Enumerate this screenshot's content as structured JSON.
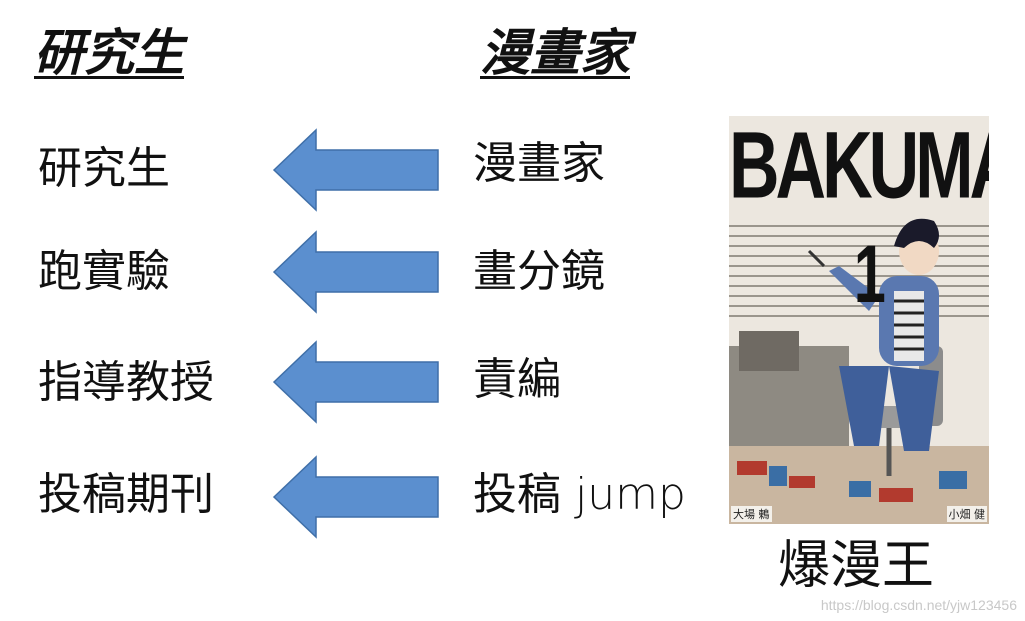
{
  "headings": {
    "left": "研究生",
    "right": "漫畫家"
  },
  "rows": [
    {
      "left": "研究生",
      "right": "漫畫家"
    },
    {
      "left": "跑實驗",
      "right": "畫分鏡"
    },
    {
      "left": "指導教授",
      "right": "責編"
    },
    {
      "left": "投稿期刊",
      "right": "投稿 jump"
    }
  ],
  "arrow_color": "#5b8fcf",
  "cover": {
    "title": "BAKUMAN.",
    "volume": "1",
    "author_left": "大場 鶇",
    "author_right": "小畑 健"
  },
  "caption": "爆漫王",
  "watermark": "https://blog.csdn.net/yjw123456"
}
